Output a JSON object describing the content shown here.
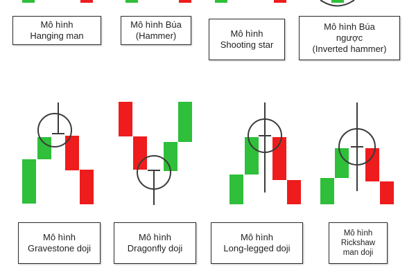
{
  "colors": {
    "bull": "#2fbf3a",
    "bear": "#ee1c1c",
    "wick": "#3a3a3a",
    "circle": "#3a3a3a",
    "box_border": "#2a2a2a"
  },
  "top_row": [
    {
      "lines": [
        "Mô hình",
        "Hanging man"
      ]
    },
    {
      "lines": [
        "Mô hình Búa",
        "(Hammer)"
      ]
    },
    {
      "lines": [
        "Mô hình",
        "Shooting star"
      ]
    },
    {
      "lines": [
        "Mô hình Búa",
        "ngược",
        "(Inverted hammer)"
      ]
    }
  ],
  "bottom_row": [
    {
      "lines": [
        "Mô hình",
        "Gravestone doji"
      ]
    },
    {
      "lines": [
        "Mô hình",
        "Dragonfly doji"
      ]
    },
    {
      "lines": [
        "Mô hình",
        "Long-legged doji"
      ]
    },
    {
      "lines": [
        "Mô hình",
        "Rickshaw",
        "man doji"
      ]
    }
  ]
}
